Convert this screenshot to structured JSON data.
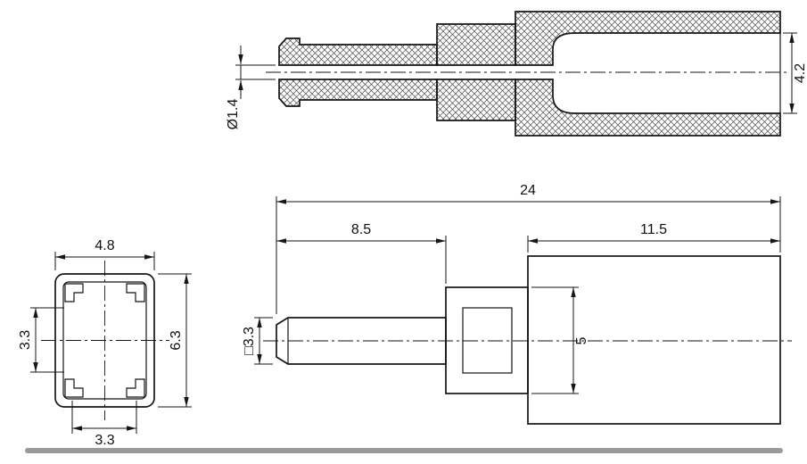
{
  "page": {
    "background": "#ffffff",
    "line_color": "#151515",
    "footer_bar_color": "#9a9a9a"
  },
  "drawing": {
    "section_view": {
      "bore_diameter": "Ø1.4",
      "cavity_diameter": "4.2"
    },
    "front_view": {
      "outer_width": "4.8",
      "opening_height": "3.3",
      "outer_height": "6.3",
      "opening_width": "3.3"
    },
    "side_view": {
      "overall_length": "24",
      "pin_length": "8.5",
      "body_length": "11.5",
      "pin_square": "□3.3",
      "flange_height": "5"
    }
  }
}
